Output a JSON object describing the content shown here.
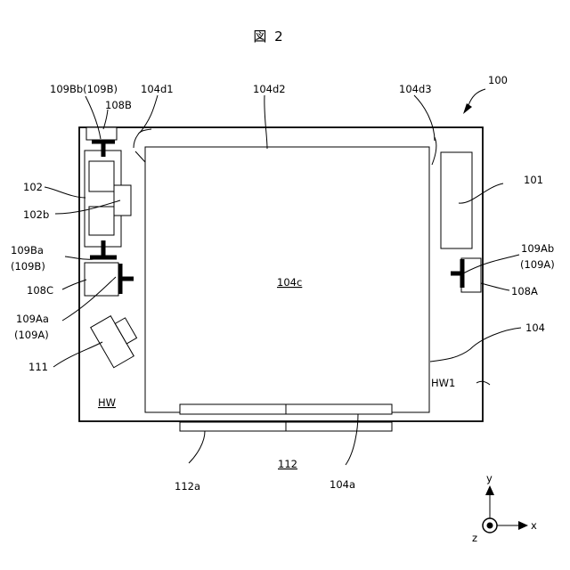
{
  "figure": {
    "title": "図 2"
  },
  "labels": {
    "device": "100",
    "housing": "104",
    "housing_hw1": "HW1",
    "housing_hw": "HW",
    "center": "104c",
    "d1": "104d1",
    "d2": "104d2",
    "d3": "104d3",
    "bottom_a": "104a",
    "unit_101": "101",
    "unit_102": "102",
    "unit_102b": "102b",
    "sensor_108A": "108A",
    "sensor_108B": "108B",
    "sensor_108C": "108C",
    "lbl_109Ab": "109Ab",
    "lbl_109A_paren_right": "(109A)",
    "lbl_109Bb": "109Bb(109B)",
    "lbl_109Ba": "109Ba",
    "lbl_109B_paren": "(109B)",
    "lbl_109Aa": "109Aa",
    "lbl_109A_paren_left": "(109A)",
    "part_111": "111",
    "part_112": "112",
    "part_112a": "112a"
  },
  "axes": {
    "x": "x",
    "y": "y",
    "z": "z"
  }
}
